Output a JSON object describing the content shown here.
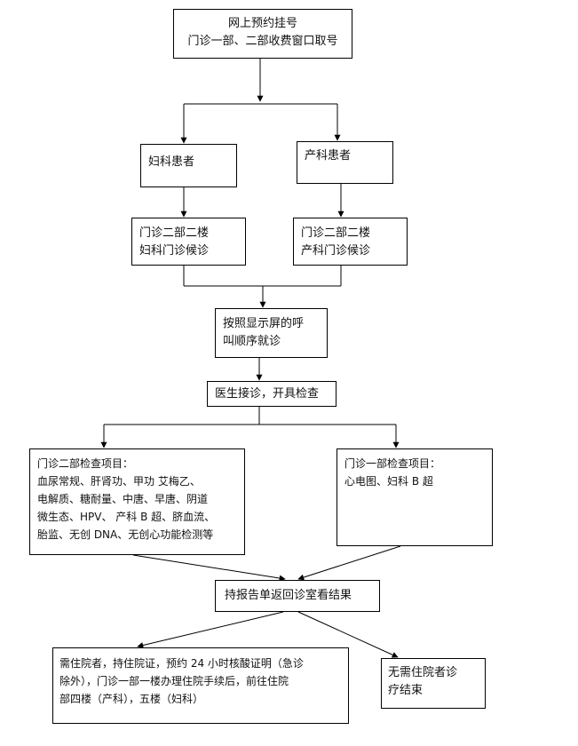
{
  "nodes": {
    "registration": {
      "lines": [
        "网上预约挂号",
        "门诊一部、二部收费窗口取号"
      ]
    },
    "gyn_patient": {
      "lines": [
        "妇科患者"
      ]
    },
    "obs_patient": {
      "lines": [
        "产科患者"
      ]
    },
    "gyn_waiting": {
      "lines": [
        "门诊二部二楼",
        "妇科门诊候诊"
      ]
    },
    "obs_waiting": {
      "lines": [
        "门诊二部二楼",
        "产科门诊候诊"
      ]
    },
    "call_order": {
      "lines": [
        "按照显示屏的呼",
        "叫顺序就诊"
      ]
    },
    "doctor": {
      "lines": [
        "医生接诊，开具检查"
      ]
    },
    "dept2_exams": {
      "lines": [
        "门诊二部检查项目：",
        "血尿常规、肝肾功、甲功  艾梅乙、",
        "电解质、糖耐量、中唐、早唐、阴道",
        "微生态、HPV、 产科 B 超、脐血流、",
        "胎监、无创 DNA、无创心功能检测等"
      ]
    },
    "dept1_exams": {
      "lines": [
        "门诊一部检查项目：",
        "心电图、妇科 B 超"
      ]
    },
    "report": {
      "lines": [
        "持报告单返回诊室看结果"
      ]
    },
    "inpatient": {
      "lines": [
        "需住院者，持住院证，预约 24 小时核酸证明（急诊",
        "除外），门诊一部一楼办理住院手续后，前往住院",
        "部四楼（产科），五楼（妇科）"
      ]
    },
    "no_inpatient": {
      "lines": [
        "无需住院者诊",
        "疗结束"
      ]
    }
  }
}
